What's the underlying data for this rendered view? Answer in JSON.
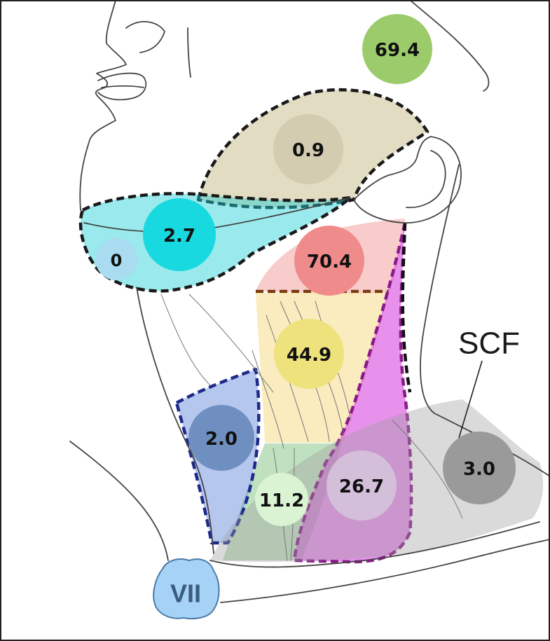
{
  "regions": [
    {
      "id": "forehead-region",
      "value": "69.4",
      "color": "#9ccc65"
    },
    {
      "id": "parotid-region",
      "value": "0.9",
      "color": "#d6cfb0"
    },
    {
      "id": "submandibular-region",
      "value": "2.7",
      "color": "#19d8de"
    },
    {
      "id": "submental-region",
      "value": "0",
      "color": "#a9dcf0"
    },
    {
      "id": "upper-jugular-region",
      "value": "70.4",
      "color": "#f08c8c"
    },
    {
      "id": "mid-jugular-region",
      "value": "44.9",
      "color": "#ede27c"
    },
    {
      "id": "anterior-neck-region",
      "value": "2.0",
      "color": "#6f8fc1"
    },
    {
      "id": "lower-jugular-region",
      "value": "11.2",
      "color": "#d9f3d2"
    },
    {
      "id": "posterior-triangle-region",
      "value": "26.7",
      "color": "#d3bfd9"
    },
    {
      "id": "supraclavicular-region",
      "value": "3.0",
      "color": "#9a9a9a"
    }
  ],
  "labels": {
    "scf": "SCF",
    "level_vii": "VII"
  },
  "colors": {
    "frame": "#222222",
    "outline": "#444444"
  }
}
